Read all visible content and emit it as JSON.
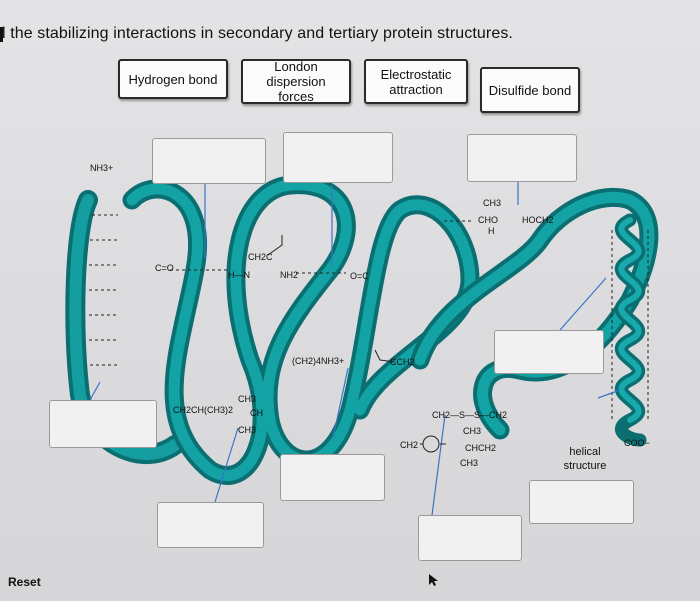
{
  "title": "l the stabilizing interactions in secondary and tertiary protein structures.",
  "choices": [
    {
      "label": "Hydrogen bond"
    },
    {
      "label": "London dispersion forces"
    },
    {
      "label": "Electrostatic attraction"
    },
    {
      "label": "Disulfide bond"
    }
  ],
  "diagram_labels": {
    "n_terminus": "NH3+",
    "c_terminus": "COO−",
    "carbonyl_left": "C=O",
    "amide_nh": "H—N",
    "ch2c": "CH2C",
    "nh2": "NH2",
    "carbonyl_mid": "O=C",
    "ch3_top": "CH3",
    "cho": "CHO",
    "h_top": "H",
    "hoch2": "HOCH2",
    "lysine": "(CH2)4NH3+",
    "cch2": "CCH2",
    "ch3_left": "CH3",
    "isobutyl": "CH2CH(CH3)2",
    "ch_left": "CH",
    "ch3_left2": "CH3",
    "disulfide": "CH2—S—S—CH2",
    "ch2_ring": "CH2",
    "ch3_r1": "CH3",
    "chch2": "CHCH2",
    "ch3_r2": "CH3",
    "helical": "helical structure"
  },
  "reset_label": "Reset",
  "colors": {
    "ribbon": "#0f8f92",
    "ribbon_dark": "#0b6f72",
    "background": "#dedee0"
  }
}
